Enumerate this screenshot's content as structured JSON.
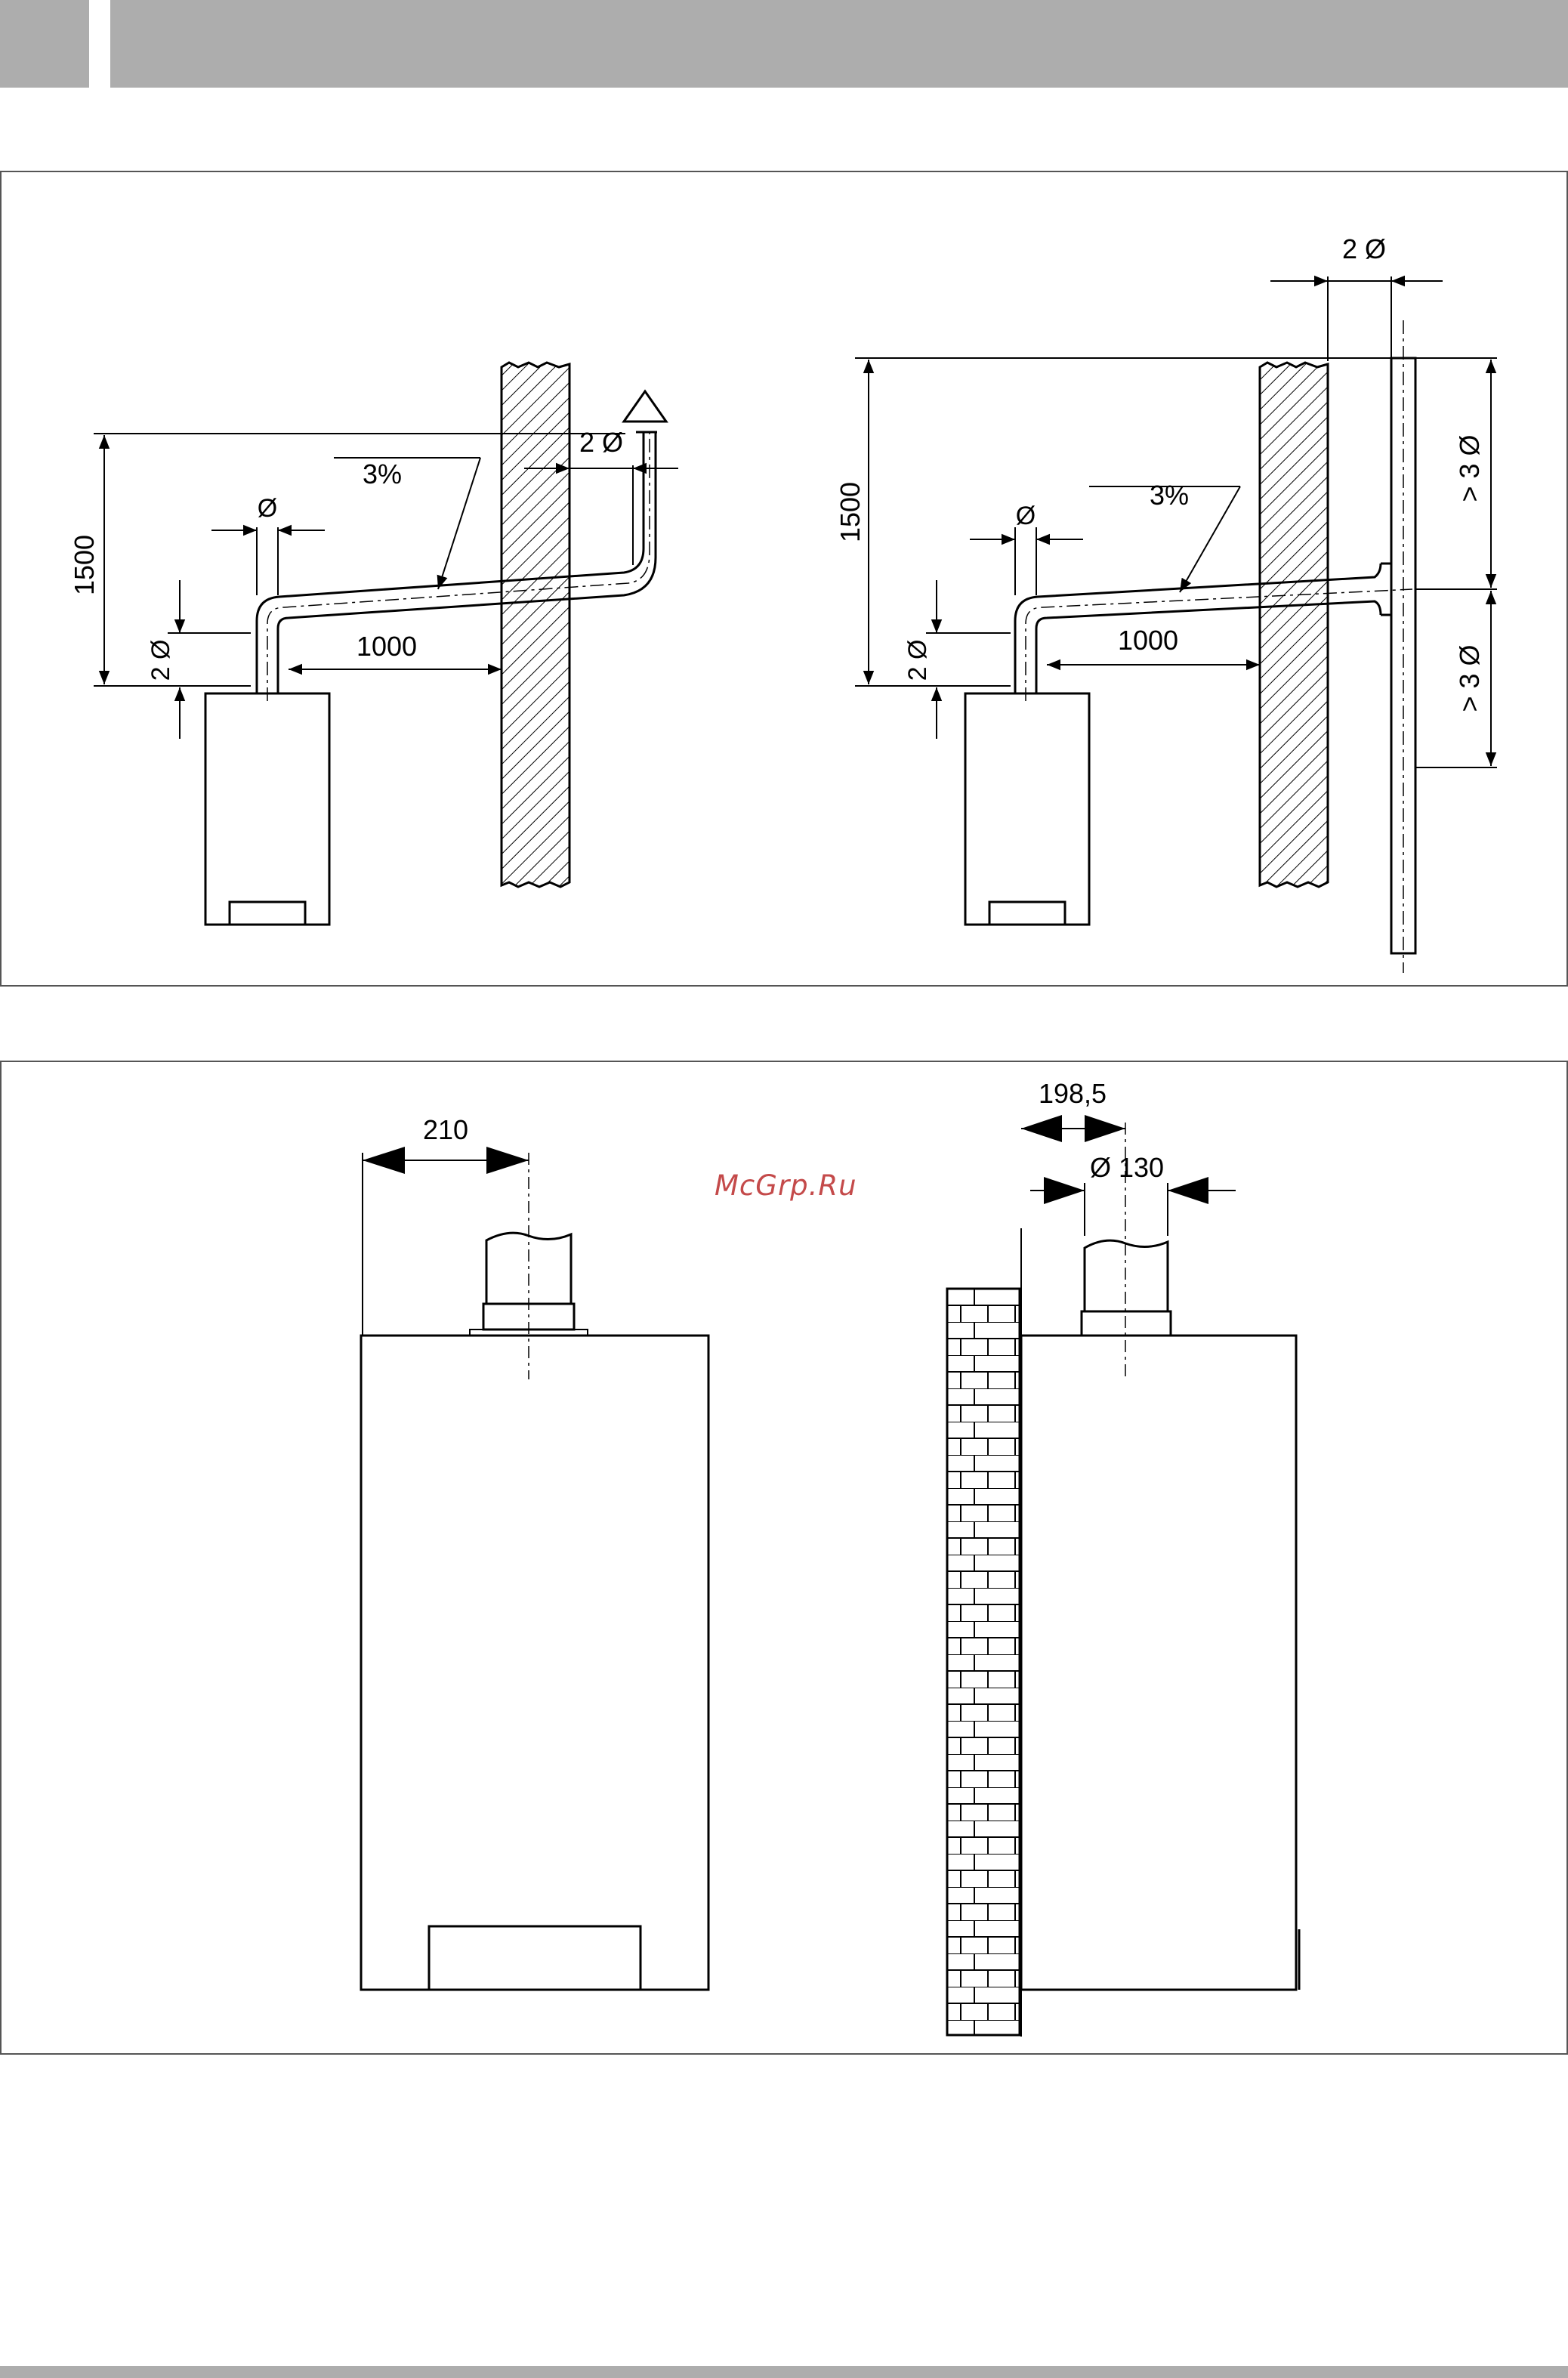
{
  "diagram_top": {
    "left_figure": {
      "offset_label": "2 Ø",
      "height_label": "1500",
      "slope_label": "3%",
      "pipe_diameter_label": "Ø",
      "rise_label": "2 Ø",
      "horizontal_label": "1000"
    },
    "right_figure": {
      "offset_label": "2 Ø",
      "height_label": "1500",
      "slope_label": "3%",
      "pipe_diameter_label": "Ø",
      "rise_label": "2 Ø",
      "horizontal_label": "1000",
      "upper_extension_label": "> 3 Ø",
      "lower_extension_label": "> 3 Ø"
    }
  },
  "diagram_bottom": {
    "front_view": {
      "axis_distance_label": "210"
    },
    "side_view": {
      "wall_distance_label": "198,5",
      "flue_diameter_label": "Ø 130"
    }
  },
  "watermark": "McGrp.Ru",
  "colors": {
    "header_gray": "#adadad",
    "watermark_red": "#c44a4a",
    "line": "#000000"
  }
}
